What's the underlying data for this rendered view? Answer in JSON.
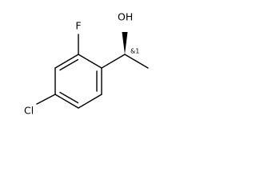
{
  "molecule": {
    "atoms": {
      "hydroxyl": "OH",
      "fluorine": "F",
      "chlorine": "Cl"
    },
    "stereo_descriptor": "&1"
  },
  "colors": {
    "ink": "#000000",
    "background": "#ffffff"
  }
}
